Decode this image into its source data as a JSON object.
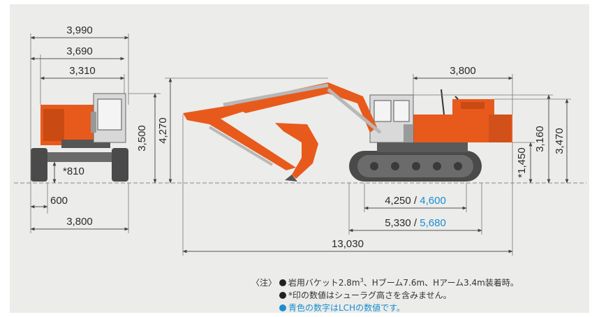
{
  "dimensions": {
    "front_width_outer": "3,990",
    "front_width_mid": "3,690",
    "front_width_inner": "3,310",
    "front_cab_height": "3,500",
    "front_ground_clearance": "*810",
    "front_track_shoe": "600",
    "front_track_gauge": "3,800",
    "overall_height": "4,270",
    "tail_radius": "3,800",
    "cab_height": "3,160",
    "rear_height": "3,470",
    "counterweight_clearance": "*1,450",
    "tumbler_distance": "4,250",
    "tumbler_distance_lch": "4,600",
    "track_length": "5,330",
    "track_length_lch": "5,680",
    "overall_length": "13,030",
    "separator": " / "
  },
  "notes": {
    "prefix": "〈注〉",
    "line1_a": "岩用バケット2.8m",
    "line1_sup": "3",
    "line1_b": "、Hブーム7.6m、Hアーム3.4m装着時。",
    "line2": "*印の数値はシューラグ高さを含みません。",
    "line3": "青色の数字はLCHの数値です。"
  },
  "colors": {
    "body_orange": "#e85a1c",
    "blue_values": "#1a8ed0",
    "track_gray": "#4a4a4a"
  }
}
